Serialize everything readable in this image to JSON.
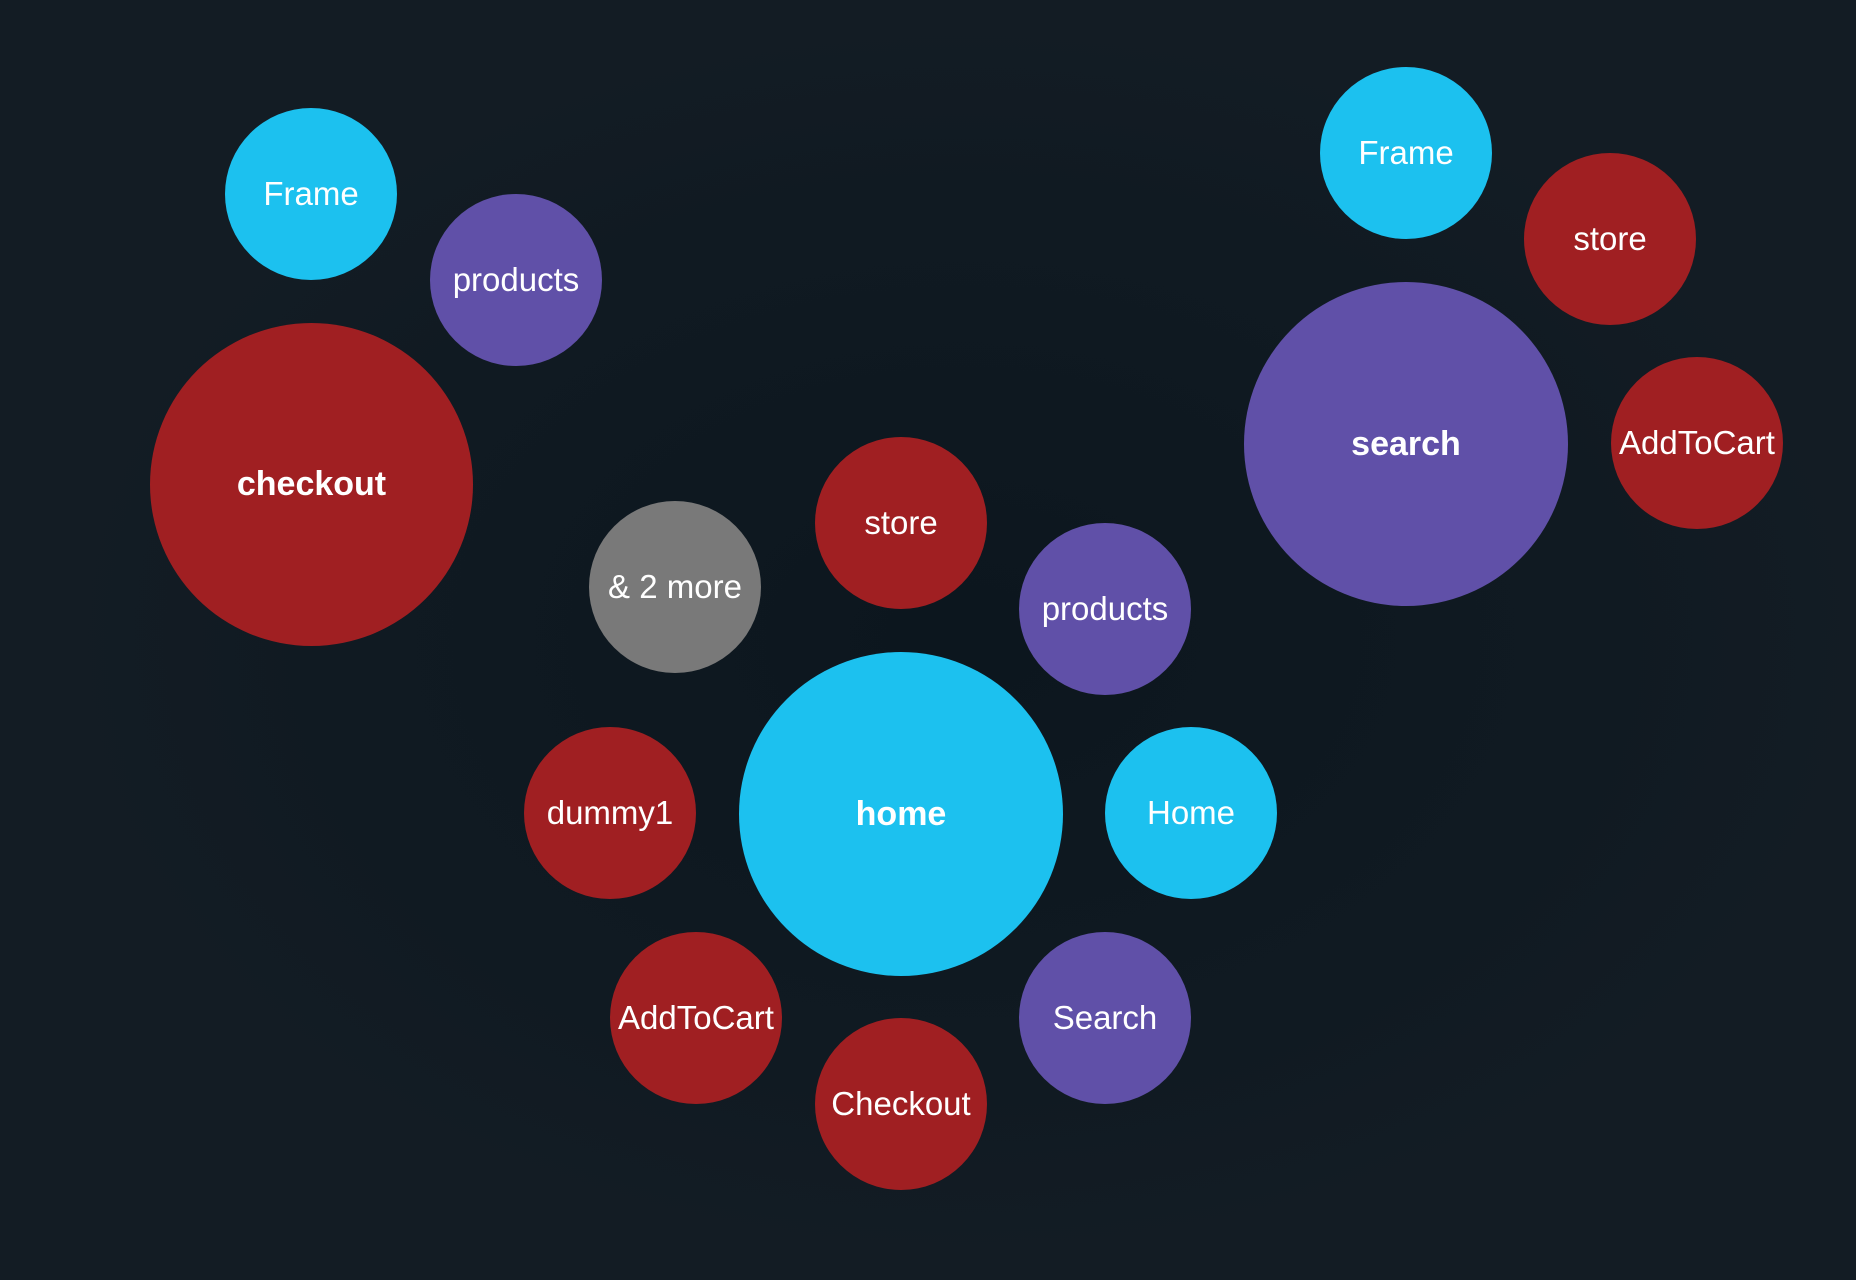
{
  "colors": {
    "cyan": "#1cc1ef",
    "red": "#a01f22",
    "purple": "#6050a8",
    "gray": "#797979",
    "background": "#111a22"
  },
  "clusters": {
    "checkout": {
      "center": "checkout",
      "nodes": [
        "Frame",
        "products"
      ]
    },
    "search": {
      "center": "search",
      "nodes": [
        "Frame",
        "store",
        "AddToCart"
      ]
    },
    "home": {
      "center": "home",
      "nodes": [
        "& 2 more",
        "store",
        "products",
        "Home",
        "Search",
        "Checkout",
        "AddToCart",
        "dummy1"
      ]
    }
  }
}
